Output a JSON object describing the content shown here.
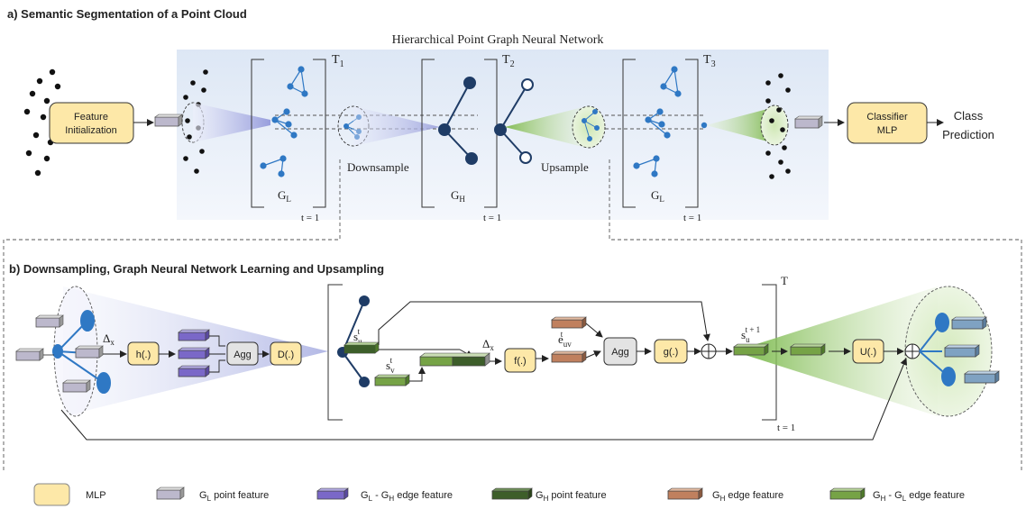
{
  "section_a": {
    "title": "a) Semantic Segmentation of a Point Cloud",
    "network_title": "Hierarchical Point  Graph Neural Network",
    "feature_init": [
      "Feature",
      "Initialization"
    ],
    "t_labels": [
      "T",
      "T",
      "T"
    ],
    "t_subs": [
      "1",
      "2",
      "3"
    ],
    "graph_labels": [
      "G",
      "G",
      "G"
    ],
    "graph_subs": [
      "L",
      "H",
      "L"
    ],
    "downsample": "Downsample",
    "upsample": "Upsample",
    "time_labels": [
      "t = 1",
      "t = 1",
      "t = 1"
    ],
    "classifier": [
      "Classifier",
      "MLP"
    ],
    "class_prediction": [
      "Class",
      "Prediction"
    ]
  },
  "section_b": {
    "title": "b) Downsampling, Graph Neural Network Learning and Upsampling",
    "delta": "Δ",
    "delta_sub": "x",
    "h": "h(.)",
    "agg": "Agg",
    "d": "D(.)",
    "f": "f(.)",
    "g": "g(.)",
    "u": "U(.)",
    "s": "s",
    "s_u_sub": "u",
    "s_u_sup": "t",
    "s_v_sub": "v",
    "s_v_sup": "t",
    "e": "e",
    "e_sub": "uv",
    "e_sup": "t",
    "s_next_sub": "u",
    "s_next_sup": "t + 1",
    "T": "T",
    "t_eq": "t = 1"
  },
  "legend": {
    "mlp": "MLP",
    "items": [
      {
        "prefix": "G",
        "sub": "L",
        "rest": " point feature"
      },
      {
        "prefix": "G",
        "sub": "L",
        "rest": " - G",
        "sub2": "H",
        "rest2": " edge feature"
      },
      {
        "prefix": "G",
        "sub": "H",
        "rest": "  point feature"
      },
      {
        "prefix": "G",
        "sub": "H",
        "rest": " edge feature"
      },
      {
        "prefix": "G",
        "sub": "H",
        "rest": " - G",
        "sub2": "L",
        "rest2": " edge feature"
      }
    ]
  },
  "colors": {
    "mlp_fill": "#fde8a8",
    "gl_point": "#b8b4c8",
    "gl_gh_edge": "#7a68c8",
    "gh_point": "#3d5e2a",
    "gh_edge": "#c0805e",
    "gh_gl_edge": "#76a346",
    "panel_bg": "#e8eef8",
    "node_blue": "#2f78c4",
    "node_dark": "#1f3c66"
  }
}
